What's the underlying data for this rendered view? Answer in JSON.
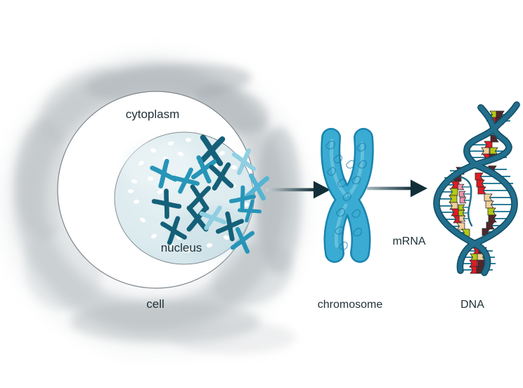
{
  "figure": {
    "labels": {
      "cytoplasm": "cytoplasm",
      "nucleus": "nucleus",
      "cell": "cell",
      "chromosome": "chromosome",
      "mrna": "mRNA",
      "dna": "DNA"
    },
    "palette": {
      "chromosome_shades": {
        "dark": "#156079",
        "medium": "#2695b8",
        "light": "#55b4d3",
        "pale": "#8fcfe1"
      },
      "big_chromosome_fill": "#3aabd2",
      "big_chromosome_outline": "#1a84ae",
      "dna_strand": "#226f8d",
      "dna_strand_edge": "#124f66",
      "rung_line": "#2e7f99",
      "arrow_dark": "#16323d",
      "nucleus_fill": "#dcebef",
      "wash_gray": "#aab1b5",
      "label_color": "#1f3038",
      "bases": {
        "red": "#e01b24",
        "maroon": "#53262a",
        "green": "#b5c916",
        "peach": "#f2cf9b",
        "pink": "#f095ad"
      }
    },
    "cell": {
      "nucleus_dots": [
        [
          218,
          214,
          20
        ],
        [
          243,
          204,
          -15
        ],
        [
          268,
          199,
          5
        ],
        [
          294,
          203,
          25
        ],
        [
          316,
          218,
          -20
        ],
        [
          333,
          238,
          10
        ],
        [
          201,
          232,
          -30
        ],
        [
          191,
          258,
          15
        ],
        [
          194,
          287,
          -10
        ],
        [
          203,
          313,
          30
        ],
        [
          219,
          336,
          -25
        ],
        [
          243,
          349,
          5
        ],
        [
          270,
          355,
          18
        ],
        [
          298,
          349,
          -12
        ],
        [
          322,
          338,
          22
        ],
        [
          341,
          318,
          -18
        ],
        [
          350,
          291,
          8
        ],
        [
          214,
          254,
          12
        ],
        [
          228,
          273,
          -22
        ],
        [
          255,
          338,
          16
        ],
        [
          235,
          226,
          -8
        ],
        [
          332,
          264,
          14
        ],
        [
          257,
          219,
          24
        ],
        [
          309,
          235,
          -16
        ],
        [
          265,
          357,
          6
        ],
        [
          186,
          272,
          0
        ]
      ],
      "chromosomes": [
        [
          301,
          214,
          5,
          1.15,
          "dark"
        ],
        [
          233,
          247,
          -25,
          0.95,
          "medium"
        ],
        [
          264,
          257,
          65,
          0.9,
          "medium"
        ],
        [
          290,
          241,
          15,
          0.95,
          "medium"
        ],
        [
          315,
          251,
          -8,
          1.0,
          "dark"
        ],
        [
          347,
          230,
          -15,
          0.9,
          "pale"
        ],
        [
          366,
          266,
          10,
          0.95,
          "light"
        ],
        [
          345,
          283,
          40,
          0.85,
          "medium"
        ],
        [
          237,
          290,
          -40,
          0.95,
          "dark"
        ],
        [
          284,
          281,
          5,
          0.95,
          "dark"
        ],
        [
          281,
          311,
          0,
          1.0,
          "dark"
        ],
        [
          247,
          328,
          -20,
          0.95,
          "dark"
        ],
        [
          303,
          310,
          72,
          0.9,
          "pale"
        ],
        [
          327,
          322,
          28,
          0.95,
          "dark"
        ],
        [
          345,
          342,
          15,
          0.9,
          "medium"
        ],
        [
          355,
          300,
          55,
          0.75,
          "medium"
        ]
      ]
    },
    "dna": {
      "left_rungs": [
        [
          163,
          688,
          700,
          "green"
        ],
        [
          172,
          692,
          700,
          "red"
        ],
        [
          206,
          666,
          692,
          "red"
        ],
        [
          215,
          666,
          688,
          "peach"
        ],
        [
          224,
          668,
          690,
          "red"
        ],
        [
          243,
          640,
          652,
          "maroon"
        ],
        [
          253,
          632,
          648,
          "maroon"
        ],
        [
          263,
          626,
          645,
          "red"
        ],
        [
          273,
          622,
          643,
          "green"
        ],
        [
          283,
          621,
          642,
          "green"
        ],
        [
          293,
          622,
          643,
          "peach"
        ],
        [
          302,
          625,
          645,
          "red"
        ],
        [
          312,
          630,
          648,
          "red"
        ],
        [
          322,
          637,
          653,
          "peach"
        ],
        [
          331,
          645,
          660,
          "green"
        ],
        [
          357,
          658,
          676,
          "red"
        ],
        [
          366,
          652,
          672,
          "green"
        ],
        [
          375,
          651,
          671,
          "red"
        ],
        [
          384,
          654,
          672,
          "red"
        ]
      ],
      "right_rungs": [
        [
          163,
          728,
          714,
          "maroon"
        ],
        [
          172,
          726,
          713,
          "maroon"
        ],
        [
          197,
          722,
          706,
          "maroon"
        ],
        [
          215,
          724,
          705,
          "green"
        ],
        [
          224,
          721,
          704,
          "maroon"
        ],
        [
          241,
          721,
          703,
          "maroon"
        ],
        [
          251,
          726,
          684,
          "red"
        ],
        [
          261,
          730,
          686,
          "red"
        ],
        [
          271,
          732,
          688,
          "red"
        ],
        [
          281,
          732,
          697,
          "peach"
        ],
        [
          291,
          731,
          699,
          "peach"
        ],
        [
          301,
          728,
          702,
          "green"
        ],
        [
          311,
          724,
          703,
          "maroon"
        ],
        [
          321,
          716,
          700,
          "maroon"
        ],
        [
          330,
          708,
          694,
          "maroon"
        ],
        [
          357,
          701,
          689,
          "maroon"
        ],
        [
          366,
          704,
          687,
          "peach"
        ],
        [
          375,
          705,
          688,
          "maroon"
        ],
        [
          384,
          701,
          686,
          "maroon"
        ]
      ],
      "mrna_bases": [
        [
          266,
          670,
          658,
          "pink"
        ],
        [
          276,
          670,
          660,
          "pink"
        ],
        [
          285,
          669,
          661,
          "pink"
        ],
        [
          295,
          667,
          659,
          "green"
        ],
        [
          303,
          666,
          659,
          "green"
        ],
        [
          311,
          667,
          660,
          "peach"
        ]
      ]
    }
  }
}
